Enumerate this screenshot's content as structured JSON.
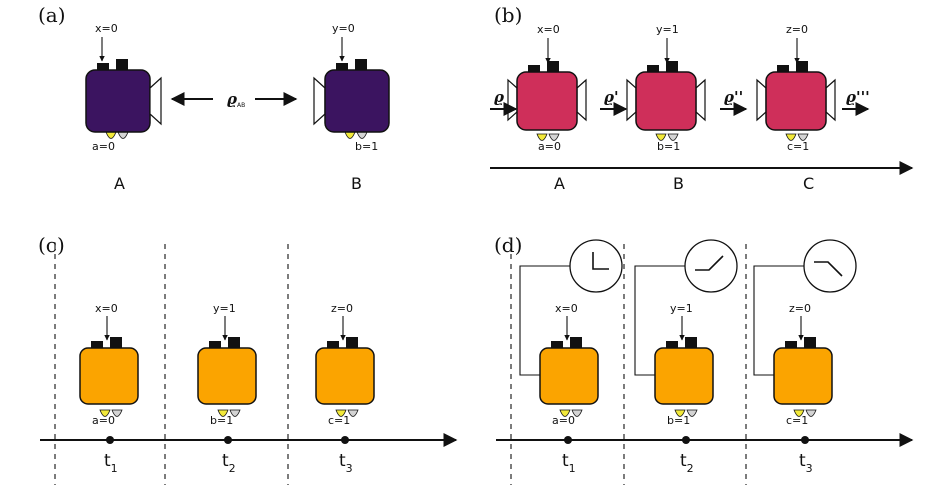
{
  "colors": {
    "purple": "#3b1460",
    "crimson": "#cf2f5a",
    "orange": "#fba400",
    "led_yellow": "#f2e93a",
    "led_grey": "#d4d4d4",
    "black": "#111111"
  },
  "panels": {
    "a": {
      "label": "(a)",
      "box_a": {
        "input": "x=0",
        "output": "a=0",
        "name": "A"
      },
      "box_b": {
        "input": "y=0",
        "output": "b=1",
        "name": "B"
      },
      "state": "ϱ",
      "state_sub": "AB"
    },
    "b": {
      "label": "(b)",
      "states": [
        "ϱ",
        "ϱ'",
        "ϱ''",
        "ϱ'''"
      ],
      "boxes": [
        {
          "input": "x=0",
          "output": "a=0",
          "name": "A"
        },
        {
          "input": "y=1",
          "output": "b=1",
          "name": "B"
        },
        {
          "input": "z=0",
          "output": "c=1",
          "name": "C"
        }
      ]
    },
    "c": {
      "label": "(c)",
      "boxes": [
        {
          "input": "x=0",
          "output": "a=0"
        },
        {
          "input": "y=1",
          "output": "b=1"
        },
        {
          "input": "z=0",
          "output": "c=1"
        }
      ],
      "times": [
        {
          "base": "t",
          "sub": "1"
        },
        {
          "base": "t",
          "sub": "2"
        },
        {
          "base": "t",
          "sub": "3"
        }
      ]
    },
    "d": {
      "label": "(d)",
      "boxes": [
        {
          "input": "x=0",
          "output": "a=0",
          "clock": "clock-icon-right-angle"
        },
        {
          "input": "y=1",
          "output": "b=1",
          "clock": "clock-icon-rising"
        },
        {
          "input": "z=0",
          "output": "c=1",
          "clock": "clock-icon-falling"
        }
      ],
      "times": [
        {
          "base": "t",
          "sub": "1"
        },
        {
          "base": "t",
          "sub": "2"
        },
        {
          "base": "t",
          "sub": "3"
        }
      ]
    }
  }
}
